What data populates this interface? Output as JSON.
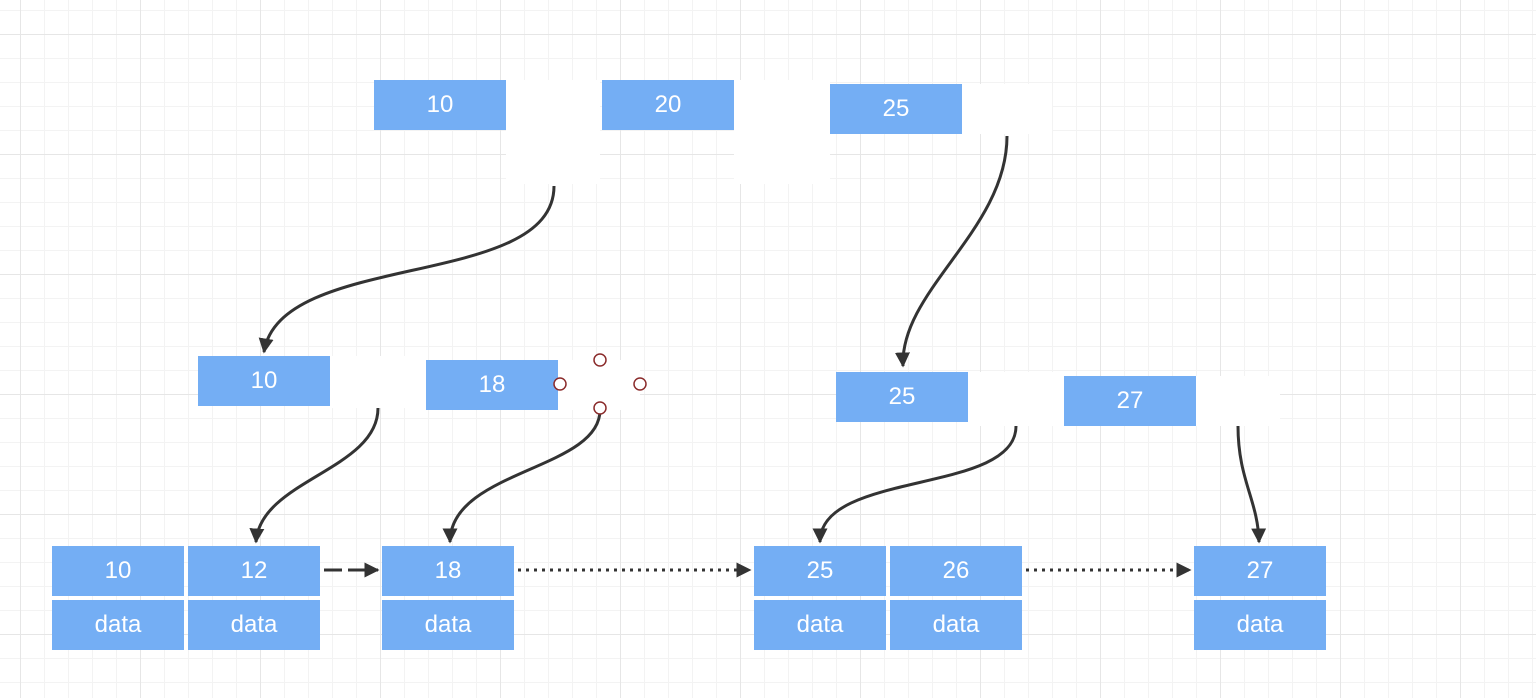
{
  "diagram": {
    "root": {
      "keys": [
        "10",
        "20",
        "25"
      ]
    },
    "internal": [
      {
        "keys": [
          "10",
          "18"
        ]
      },
      {
        "keys": [
          "25",
          "27"
        ]
      }
    ],
    "leaves": [
      {
        "keys": [
          "10",
          "12"
        ],
        "data": [
          "data",
          "data"
        ]
      },
      {
        "keys": [
          "18"
        ],
        "data": [
          "data"
        ]
      },
      {
        "keys": [
          "25",
          "26"
        ],
        "data": [
          "data",
          "data"
        ]
      },
      {
        "keys": [
          "27"
        ],
        "data": [
          "data"
        ]
      }
    ],
    "colors": {
      "node_fill": "#74aef4",
      "node_text": "#ffffff",
      "arrow": "#333333",
      "handle": "#8b2c2c",
      "grid_major": "#e6e6e6",
      "grid_minor": "#f3f3f3"
    }
  }
}
